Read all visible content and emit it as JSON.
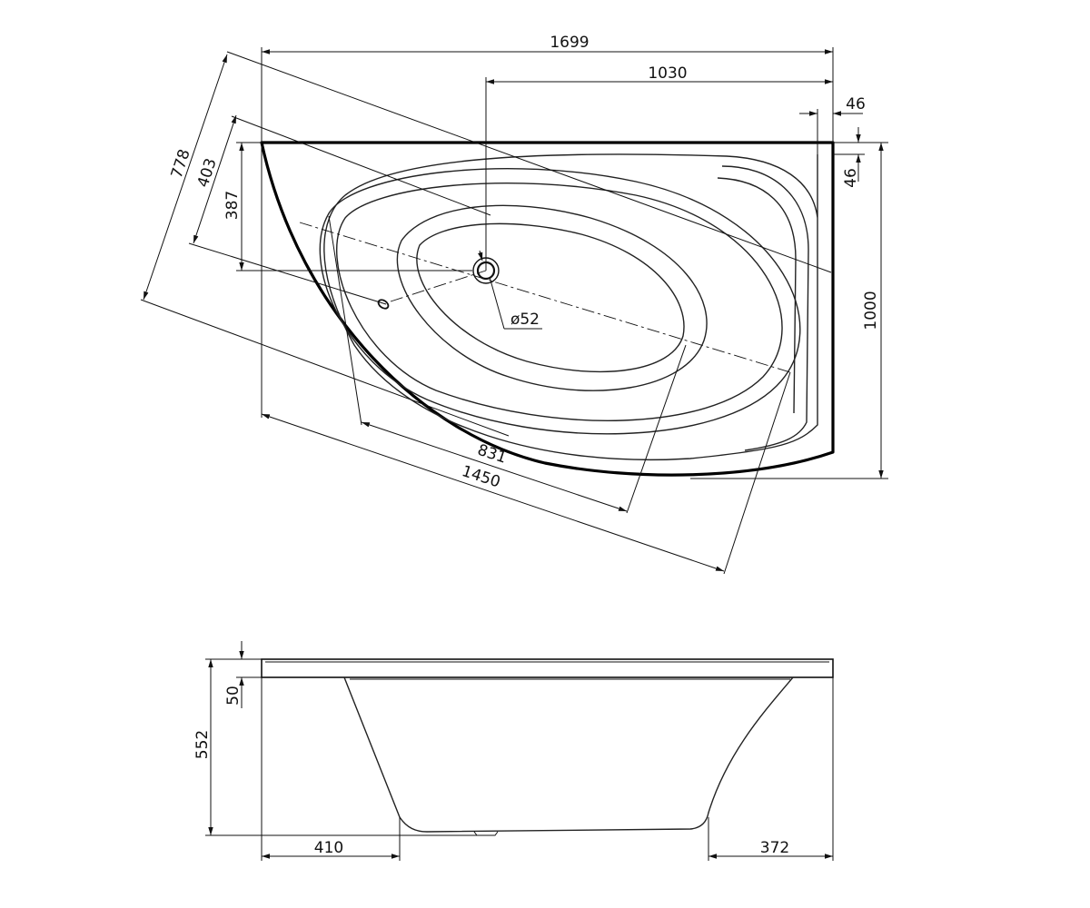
{
  "top_view": {
    "overall_length": "1699",
    "drain_offset": "1030",
    "rim_width_side": "46",
    "rim_width_top": "46",
    "overall_depth": "1000",
    "drain_from_top": "387",
    "diag_inner": "403",
    "diag_outer": "778",
    "bowl_length": "831",
    "diag_length": "1450",
    "drain_diameter": "ø52"
  },
  "side_view": {
    "rim_height": "50",
    "total_height": "552",
    "left_offset": "410",
    "right_offset": "372"
  }
}
